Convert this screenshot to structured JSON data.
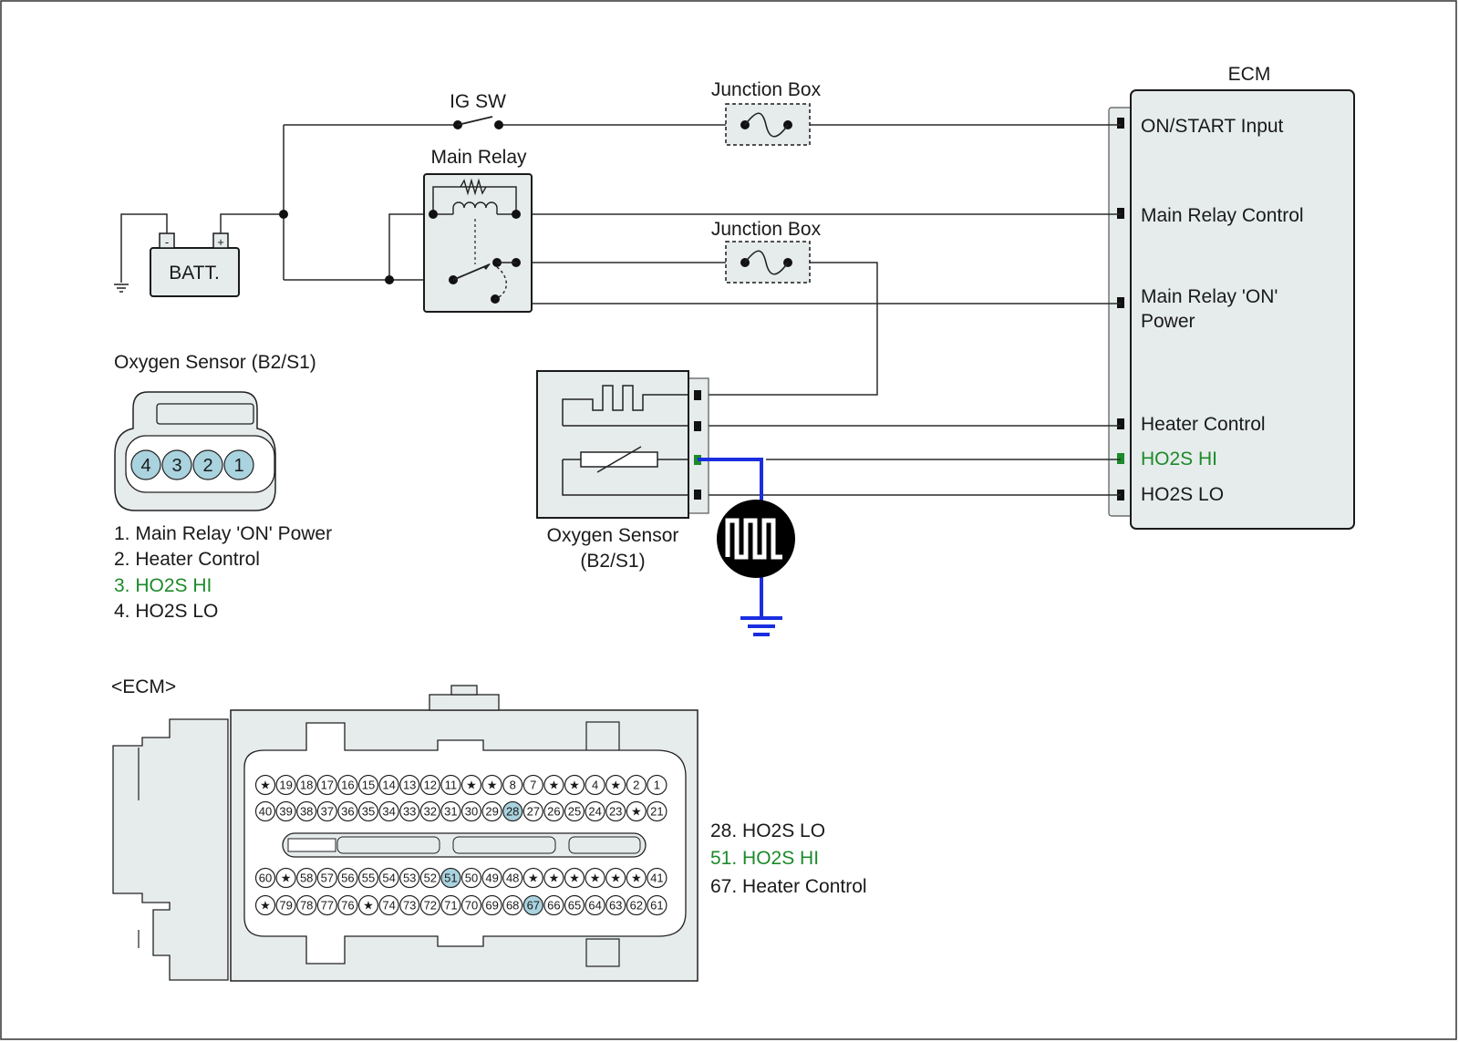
{
  "colors": {
    "signal_green": "#1d8a2a",
    "probe_blue": "#1a2ee0",
    "panel_fill": "#e6ebeb",
    "highlight_pin": "#a9d3df"
  },
  "labels": {
    "ecm": "ECM",
    "ig_sw": "IG SW",
    "junction_box_1": "Junction Box",
    "junction_box_2": "Junction Box",
    "main_relay": "Main Relay",
    "battery": "BATT.",
    "battery_minus": "-",
    "battery_plus": "+",
    "oxygen_sensor_line1": "Oxygen Sensor",
    "oxygen_sensor_line2": "(B2/S1)",
    "connector_title": "Oxygen Sensor (B2/S1)",
    "ecm_connector_title": "<ECM>"
  },
  "ecm_pins": {
    "on_start_input": "ON/START Input",
    "main_relay_control": "Main Relay Control",
    "main_relay_on_power_1": "Main Relay 'ON'",
    "main_relay_on_power_2": "Power",
    "heater_control": "Heater Control",
    "ho2s_hi": "HO2S  HI",
    "ho2s_lo": "HO2S  LO"
  },
  "sensor_connector": {
    "pins": [
      "4",
      "3",
      "2",
      "1"
    ],
    "legend": [
      "1. Main Relay 'ON' Power",
      "2. Heater Control",
      "3. HO2S  HI",
      "4. HO2S  LO"
    ]
  },
  "ecm_connector": {
    "row1": [
      "★",
      "19",
      "18",
      "17",
      "16",
      "15",
      "14",
      "13",
      "12",
      "11",
      "★",
      "★",
      "8",
      "7",
      "★",
      "★",
      "4",
      "★",
      "2",
      "1"
    ],
    "row2": [
      "40",
      "39",
      "38",
      "37",
      "36",
      "35",
      "34",
      "33",
      "32",
      "31",
      "30",
      "29",
      "28",
      "27",
      "26",
      "25",
      "24",
      "23",
      "★",
      "21"
    ],
    "row3": [
      "60",
      "★",
      "58",
      "57",
      "56",
      "55",
      "54",
      "53",
      "52",
      "51",
      "50",
      "49",
      "48",
      "★",
      "★",
      "★",
      "★",
      "★",
      "★",
      "41"
    ],
    "row4": [
      "★",
      "79",
      "78",
      "77",
      "76",
      "★",
      "74",
      "73",
      "72",
      "71",
      "70",
      "69",
      "68",
      "67",
      "66",
      "65",
      "64",
      "63",
      "62",
      "61"
    ],
    "highlighted": [
      "28",
      "51",
      "67"
    ],
    "legend": [
      "28. HO2S  LO",
      "51. HO2S  HI",
      "67. Heater Control"
    ]
  }
}
